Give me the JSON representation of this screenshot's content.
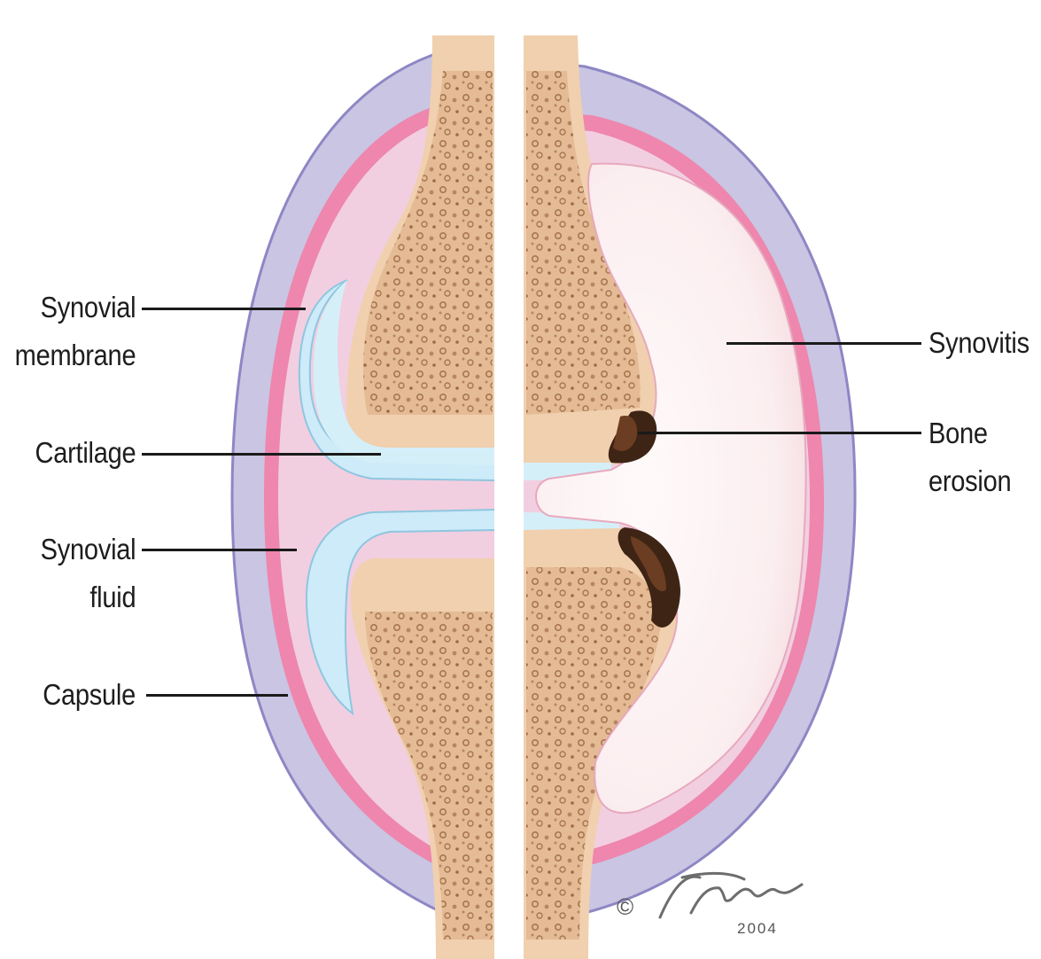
{
  "labels": {
    "synovial_membrane": [
      "Synovial",
      "membrane"
    ],
    "cartilage": "Cartilage",
    "synovial_fluid": [
      "Synovial",
      "fluid"
    ],
    "capsule": "Capsule",
    "synovitis": "Synovitis",
    "bone_erosion": [
      "Bone",
      "erosion"
    ]
  },
  "credit": {
    "copyright_symbol": "©",
    "year": "2004"
  },
  "colors": {
    "capsule": "#c8c4e2",
    "synovial_membrane": "#ec7fa6",
    "synovial_fluid": "#f2cfe0",
    "cartilage": "#cdebf7",
    "bone": "#e9c7a3",
    "bone_dots": "#b5835f",
    "synovitis": "#fbeef0",
    "erosion": "#3b2414"
  }
}
